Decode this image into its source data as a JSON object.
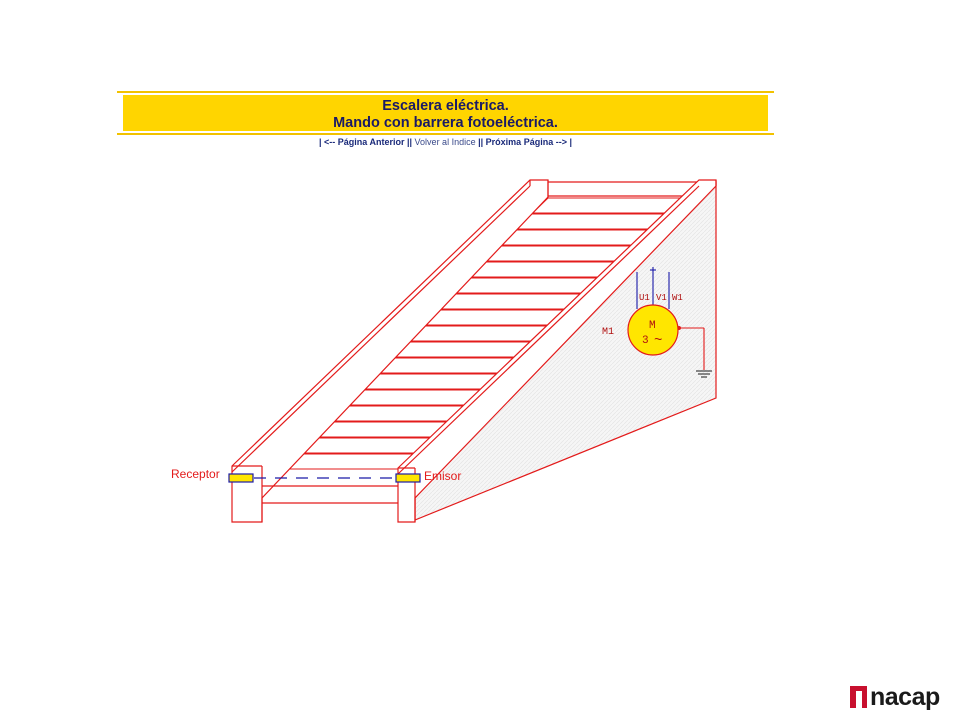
{
  "header": {
    "title_line1": "Escalera eléctrica.",
    "title_line2": "Mando con barrera fotoeléctrica."
  },
  "nav": {
    "pipe": "|",
    "double_pipe": "||",
    "prev": "<-- Página Anterior",
    "index": "Volver al Indice",
    "next": "Próxima Página -->"
  },
  "diagram": {
    "receptor_label": "Receptor",
    "emisor_label": "Emisor",
    "motor_name": "M1",
    "motor_symbol": "M",
    "motor_phases": "3",
    "motor_ac_symbol": "~",
    "terminals": [
      "U1",
      "V1",
      "W1"
    ],
    "stair_color": "#e31b1b",
    "motor_fill": "#ffe600",
    "wire_color": "#1a1aa8"
  },
  "brand": {
    "logo_text": "nacap",
    "accent": "#c8102e"
  }
}
